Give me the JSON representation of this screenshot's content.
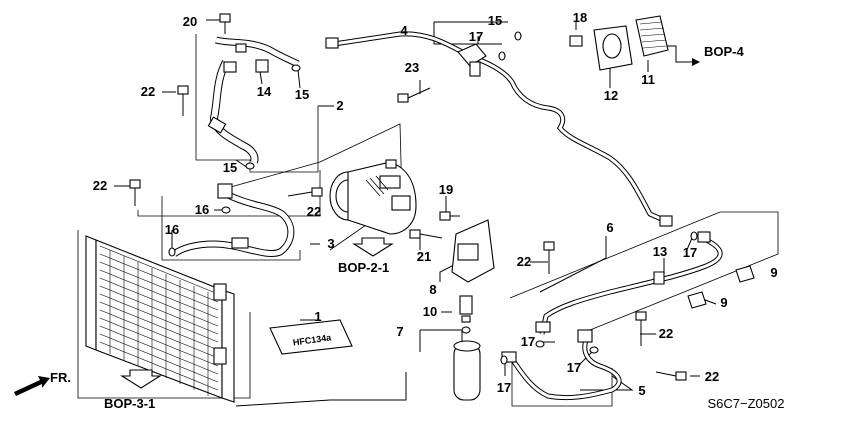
{
  "diagram": {
    "callouts": {
      "c1": "1",
      "c2": "2",
      "c3": "3",
      "c4": "4",
      "c5": "5",
      "c6": "6",
      "c7": "7",
      "c8": "8",
      "c9a": "9",
      "c9b": "9",
      "c10": "10",
      "c11": "11",
      "c12": "12",
      "c13": "13",
      "c14": "14",
      "c15a": "15",
      "c15b": "15",
      "c15c": "15",
      "c16": "16",
      "c17a": "17",
      "c17b": "17",
      "c17c": "17",
      "c17d": "17",
      "c17e": "17",
      "c18": "18",
      "c19": "19",
      "c20": "20",
      "c21": "21",
      "c22a": "22",
      "c22b": "22",
      "c22c": "22",
      "c22d": "22",
      "c22e": "22",
      "c22f": "22",
      "c23": "23"
    },
    "refs": {
      "bop4": "BOP-4",
      "bop21": "BOP-2-1",
      "bop31": "BOP-3-1",
      "fr": "FR."
    },
    "label_text": "HFC134a",
    "diagram_code": "S6C7−Z0502"
  }
}
